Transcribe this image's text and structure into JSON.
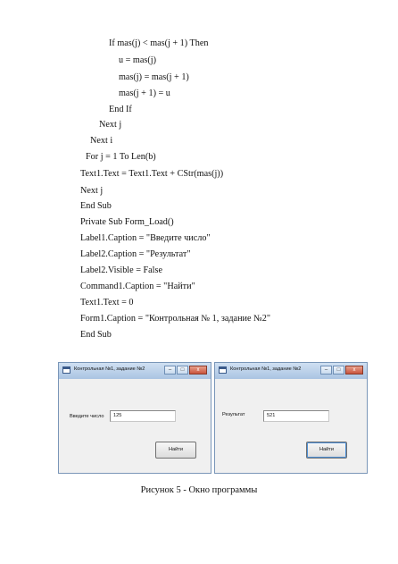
{
  "code_lines": [
    "If mas(j) < mas(j + 1) Then",
    "u = mas(j)",
    "mas(j) = mas(j + 1)",
    "mas(j + 1) = u",
    "End If",
    "Next j",
    "Next i",
    "For j = 1 To Len(b)",
    "Text1.Text = Text1.Text + CStr(mas(j))",
    "Next j",
    "End Sub",
    "Private Sub Form_Load()",
    "Label1.Caption = \"Введите число\"",
    "Label2.Caption = \"Результат\"",
    "Label2.Visible = False",
    "Command1.Caption = \"Найти\"",
    "Text1.Text = 0",
    "Form1.Caption = \"Контрольная № 1, задание №2\"",
    "End Sub"
  ],
  "window_left": {
    "title": "Контрольная №1, задание №2",
    "label": "Введите число",
    "textbox_value": "125",
    "button_label": "Найти",
    "controls": {
      "minimize": "–",
      "maximize": "□",
      "close": "x"
    }
  },
  "window_right": {
    "title": "Контрольная №1, задание №2",
    "label": "Результат",
    "textbox_value": "521",
    "button_label": "Найти",
    "controls": {
      "minimize": "–",
      "maximize": "□",
      "close": "x"
    }
  },
  "figure_caption": "Рисунок 5  - Окно программы"
}
